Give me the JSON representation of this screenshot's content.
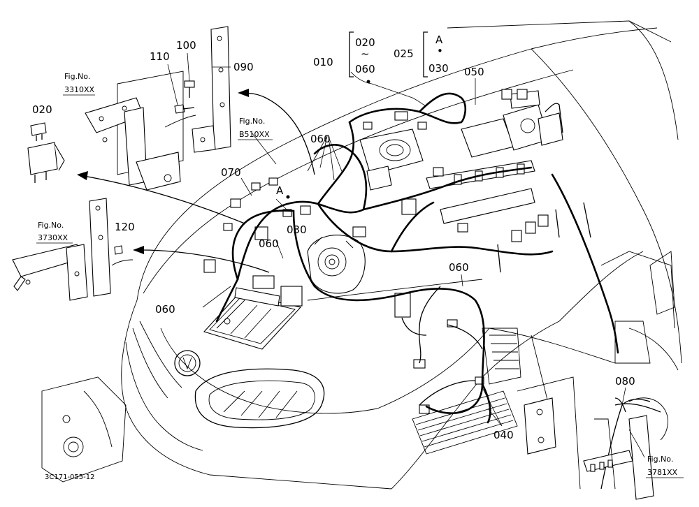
{
  "callouts": {
    "c010": "010",
    "c020_top": "020",
    "c020_tilde": "~",
    "c060_range": "060",
    "c025": "025",
    "cA_bracket": "A",
    "cDot": "•",
    "c030_bracket": "030",
    "c050": "050",
    "c090": "090",
    "c100": "100",
    "c110": "110",
    "c020_left": "020",
    "c060_a": "060",
    "c070": "070",
    "cA_mid": "A",
    "c030_mid": "030",
    "c060_b": "060",
    "c120": "120",
    "c060_c": "060",
    "c060_d": "060",
    "c040": "040",
    "c080": "080"
  },
  "figure_refs": {
    "f3310_title": "Fig.No.",
    "f3310_code": "3310XX",
    "fB510_title": "Fig.No.",
    "fB510_code": "B510XX",
    "f3730_title": "Fig.No.",
    "f3730_code": "3730XX",
    "f3781_title": "Fig.No.",
    "f3781_code": "3781XX"
  },
  "drawing_code": "3C171-055-12"
}
